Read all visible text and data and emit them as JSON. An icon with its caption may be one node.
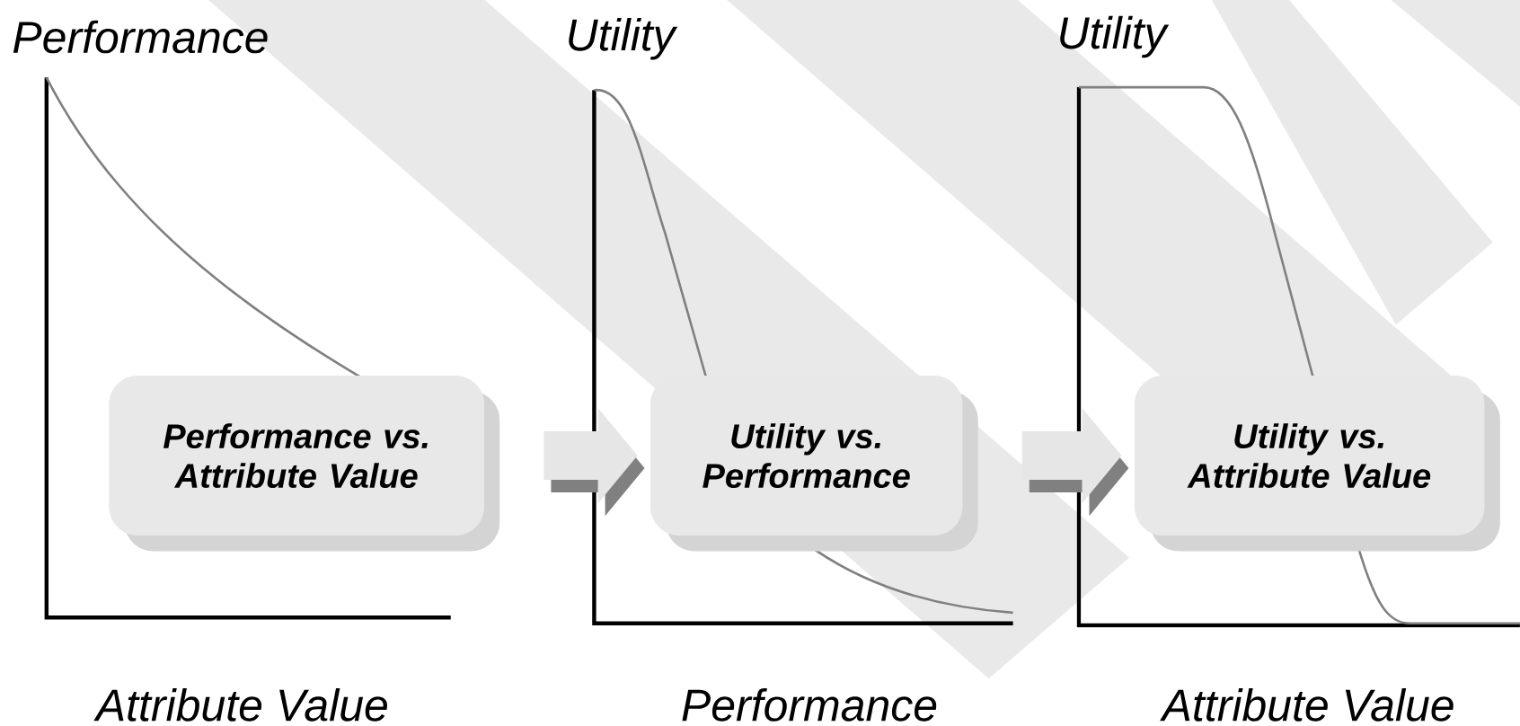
{
  "diagram": {
    "nodes": [
      {
        "text": [
          "Performance vs. Attribute Value"
        ]
      },
      {
        "text": [
          "Utility vs. Performance"
        ]
      },
      {
        "text": [
          "Utility vs. Attribute Value"
        ]
      }
    ],
    "edges": [
      {
        "from": 0,
        "to": 1,
        "arrow": "to"
      },
      {
        "from": 1,
        "to": 2,
        "arrow": "to"
      }
    ],
    "labels": [
      "Performance",
      "Utility",
      "Utility",
      "Attribute Value",
      "Performance",
      "Attribute Value"
    ]
  }
}
